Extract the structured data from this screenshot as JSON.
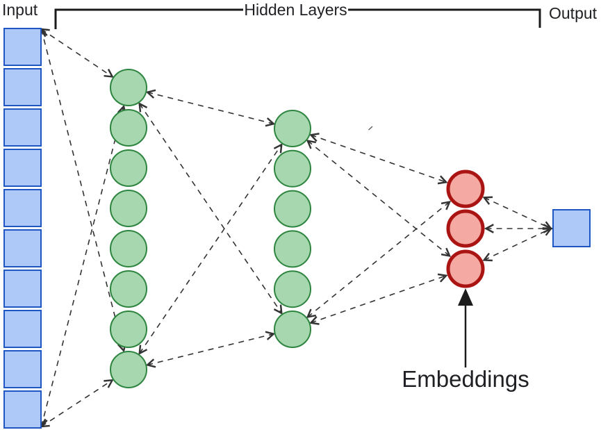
{
  "labels": {
    "input": "Input",
    "hidden_layers": "Hidden Layers",
    "output": "Output",
    "embeddings": "Embeddings"
  },
  "colors": {
    "background": "#ffffff",
    "input_fill": "#aec9f7",
    "input_stroke": "#1e56c4",
    "hidden_fill": "#a7d7af",
    "hidden_stroke": "#2e8540",
    "embedding_fill": "#f4a9a3",
    "embedding_stroke": "#aa1412",
    "output_fill": "#aec9f7",
    "output_stroke": "#1e56c4",
    "connection_line": "#333333",
    "bracket": "#1b1b1b",
    "arrow": "#1b1b1b",
    "text": "#202124"
  },
  "network": {
    "type": "neural-network-diagram",
    "input_nodes": 10,
    "hidden_layer_1_nodes": 8,
    "hidden_layer_2_nodes": 6,
    "embedding_nodes": 3,
    "output_nodes": 1,
    "connections": [
      {
        "from": "input-top",
        "to": "h1.0"
      },
      {
        "from": "input-top",
        "to": "h1.7"
      },
      {
        "from": "input-bottom",
        "to": "h1.0"
      },
      {
        "from": "input-bottom",
        "to": "h1.7"
      },
      {
        "from": "h1.0",
        "to": "h2.0"
      },
      {
        "from": "h1.0",
        "to": "h2.5"
      },
      {
        "from": "h1.7",
        "to": "h2.0"
      },
      {
        "from": "h1.7",
        "to": "h2.5"
      },
      {
        "from": "h2.0",
        "to": "emb.0"
      },
      {
        "from": "h2.0",
        "to": "emb.2"
      },
      {
        "from": "h2.5",
        "to": "emb.0"
      },
      {
        "from": "h2.5",
        "to": "emb.2"
      },
      {
        "from": "emb.0",
        "to": "out"
      },
      {
        "from": "emb.1",
        "to": "out"
      },
      {
        "from": "emb.2",
        "to": "out"
      }
    ]
  }
}
